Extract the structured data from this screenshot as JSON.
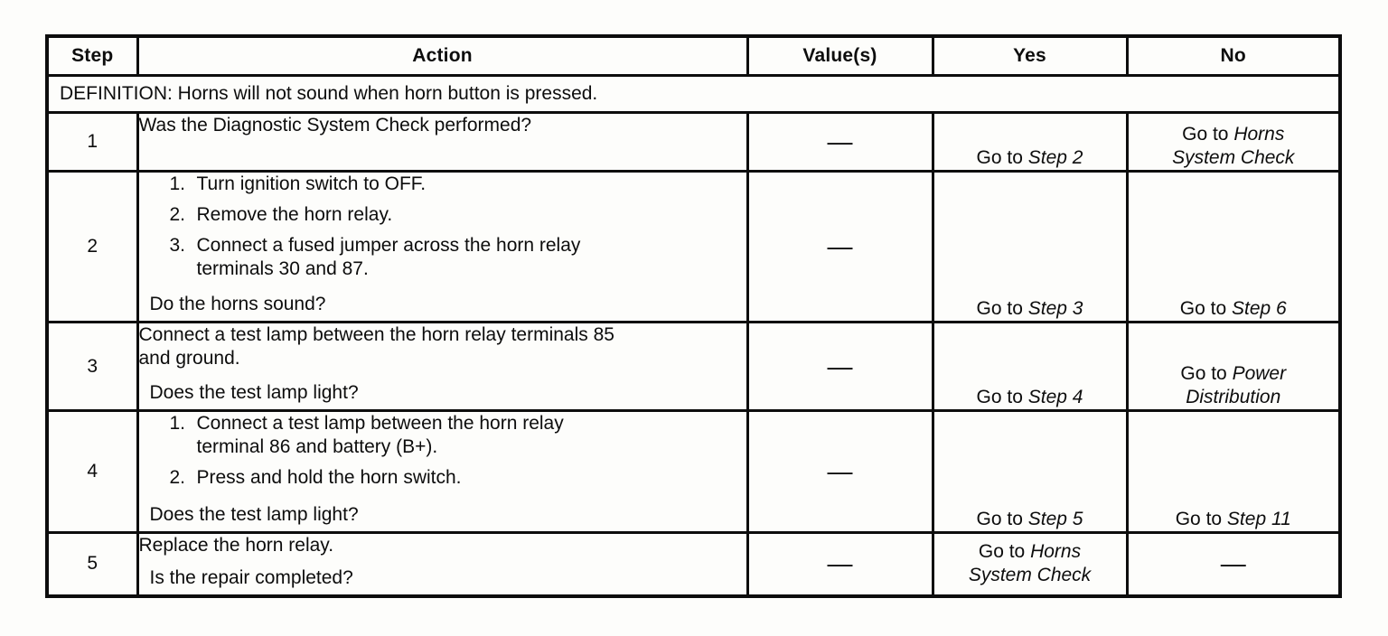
{
  "colors": {
    "ink": "#0d0d0d",
    "paper": "#fdfdfb"
  },
  "table": {
    "headers": {
      "step": "Step",
      "action": "Action",
      "values": "Value(s)",
      "yes": "Yes",
      "no": "No"
    },
    "definition": "DEFINITION: Horns will not sound when horn button is pressed.",
    "rows": [
      {
        "step": "1",
        "height": 65,
        "action": {
          "lead": [
            "Was the Diagnostic System Check performed?"
          ],
          "items": [],
          "question": ""
        },
        "value": {
          "dash": true,
          "align": "center",
          "lines": [
            [
              {
                "t": "—"
              }
            ]
          ]
        },
        "yes": {
          "align": "bottom",
          "lines": [
            [
              {
                "t": "Go to "
              },
              {
                "t": "Step 2",
                "i": true
              }
            ]
          ]
        },
        "no": {
          "align": "bottom",
          "lines": [
            [
              {
                "t": "Go to "
              },
              {
                "t": "Horns",
                "i": true
              }
            ],
            [
              {
                "t": "System Check",
                "i": true
              }
            ]
          ]
        }
      },
      {
        "step": "2",
        "height": 167,
        "action": {
          "lead": [],
          "items": [
            {
              "num": "1.",
              "lines": [
                "Turn ignition switch to OFF."
              ]
            },
            {
              "num": "2.",
              "lines": [
                "Remove the horn relay."
              ]
            },
            {
              "num": "3.",
              "lines": [
                "Connect a fused jumper across the horn relay",
                "terminals 30 and 87."
              ]
            }
          ],
          "question": "Do the horns sound?"
        },
        "value": {
          "dash": true,
          "align": "center",
          "lines": [
            [
              {
                "t": "—"
              }
            ]
          ]
        },
        "yes": {
          "align": "bottom",
          "lines": [
            [
              {
                "t": "Go to "
              },
              {
                "t": "Step 3",
                "i": true
              }
            ]
          ]
        },
        "no": {
          "align": "bottom",
          "lines": [
            [
              {
                "t": "Go to "
              },
              {
                "t": "Step 6",
                "i": true
              }
            ]
          ]
        }
      },
      {
        "step": "3",
        "height": 98,
        "action": {
          "lead": [
            "Connect a test lamp between the horn relay terminals 85",
            "and ground."
          ],
          "items": [],
          "question": "Does the test lamp light?"
        },
        "value": {
          "dash": true,
          "align": "center",
          "lines": [
            [
              {
                "t": "—"
              }
            ]
          ]
        },
        "yes": {
          "align": "bottom",
          "lines": [
            [
              {
                "t": "Go to "
              },
              {
                "t": "Step 4",
                "i": true
              }
            ]
          ]
        },
        "no": {
          "align": "bottom",
          "lines": [
            [
              {
                "t": "Go to "
              },
              {
                "t": "Power",
                "i": true
              }
            ],
            [
              {
                "t": "Distribution",
                "i": true
              }
            ]
          ]
        }
      },
      {
        "step": "4",
        "height": 135,
        "action": {
          "lead": [],
          "items": [
            {
              "num": "1.",
              "lines": [
                "Connect a test lamp between the horn relay",
                "terminal 86 and battery (B+)."
              ]
            },
            {
              "num": "2.",
              "lines": [
                "Press and hold the horn switch."
              ]
            }
          ],
          "question": "Does the test lamp light?"
        },
        "value": {
          "dash": true,
          "align": "center",
          "lines": [
            [
              {
                "t": "—"
              }
            ]
          ]
        },
        "yes": {
          "align": "bottom",
          "lines": [
            [
              {
                "t": "Go to "
              },
              {
                "t": "Step 5",
                "i": true
              }
            ]
          ]
        },
        "no": {
          "align": "bottom",
          "lines": [
            [
              {
                "t": "Go to "
              },
              {
                "t": "Step 11",
                "i": true
              }
            ]
          ]
        }
      },
      {
        "step": "5",
        "height": 70,
        "action": {
          "lead": [
            "Replace the horn relay."
          ],
          "items": [],
          "question": "Is the repair completed?"
        },
        "value": {
          "dash": true,
          "align": "center",
          "lines": [
            [
              {
                "t": "—"
              }
            ]
          ]
        },
        "yes": {
          "align": "center",
          "lines": [
            [
              {
                "t": "Go to "
              },
              {
                "t": "Horns",
                "i": true
              }
            ],
            [
              {
                "t": "System Check",
                "i": true
              }
            ]
          ]
        },
        "no": {
          "dash": true,
          "align": "center",
          "lines": [
            [
              {
                "t": "—"
              }
            ]
          ]
        }
      }
    ]
  }
}
